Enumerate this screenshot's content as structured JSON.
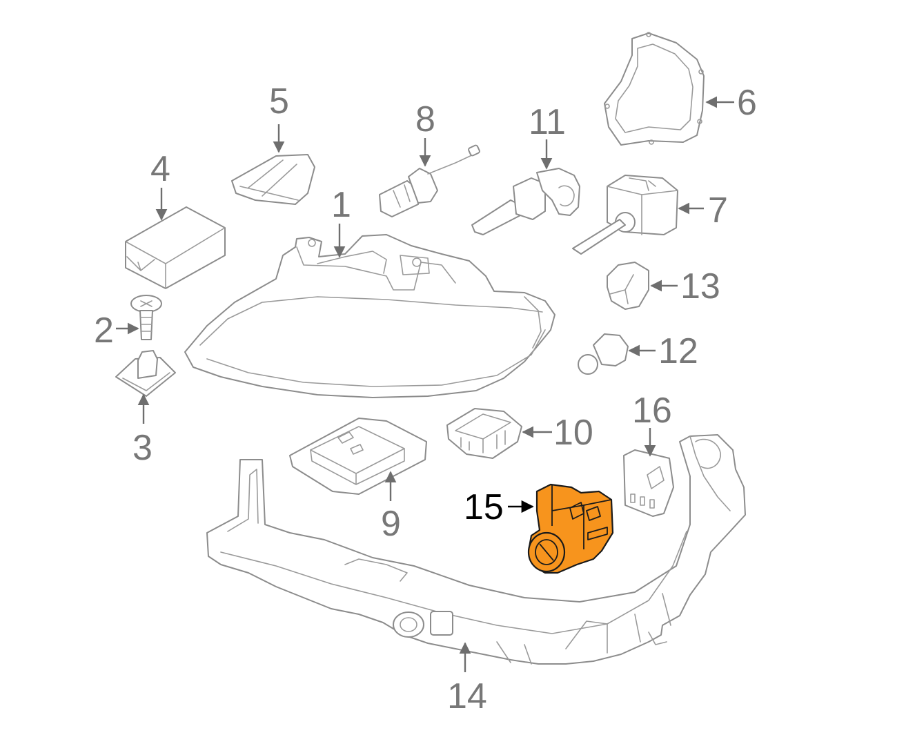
{
  "diagram": {
    "type": "exploded parts diagram",
    "highlight_color": "#F7941D",
    "line_color": "#8C8C8C",
    "callouts": [
      {
        "id": "1",
        "label": "1"
      },
      {
        "id": "2",
        "label": "2"
      },
      {
        "id": "3",
        "label": "3"
      },
      {
        "id": "4",
        "label": "4"
      },
      {
        "id": "5",
        "label": "5"
      },
      {
        "id": "6",
        "label": "6"
      },
      {
        "id": "7",
        "label": "7"
      },
      {
        "id": "8",
        "label": "8"
      },
      {
        "id": "9",
        "label": "9"
      },
      {
        "id": "10",
        "label": "10"
      },
      {
        "id": "11",
        "label": "11"
      },
      {
        "id": "12",
        "label": "12"
      },
      {
        "id": "13",
        "label": "13"
      },
      {
        "id": "14",
        "label": "14"
      },
      {
        "id": "15",
        "label": "15",
        "highlighted": true
      },
      {
        "id": "16",
        "label": "16"
      }
    ]
  }
}
